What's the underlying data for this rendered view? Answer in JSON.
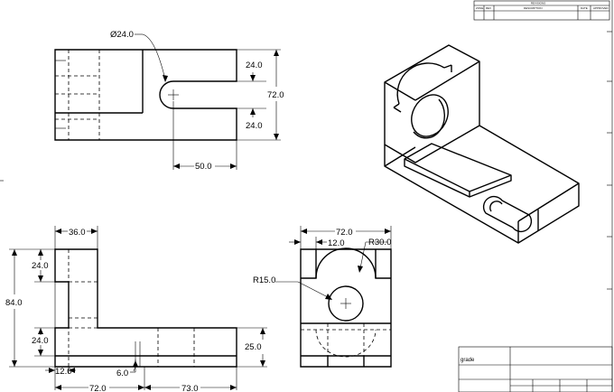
{
  "title_block": {
    "header": "REVISIONS",
    "columns": [
      "ZONE",
      "REV",
      "DESCRIPTION",
      "DATE",
      "APPROVED"
    ],
    "grade_label": "grade"
  },
  "views": {
    "top": {
      "diameter": "Ø24.0",
      "top_slot_offset": "24.0",
      "bottom_slot_offset": "24.0",
      "overall_height": "72.0",
      "center_distance": "50.0"
    },
    "front": {
      "overall_height": "84.0",
      "upright_width": "36.0",
      "upper_step": "24.0",
      "lower_step": "24.0",
      "base_offset": "12.0",
      "slot_width": "6.0",
      "left_length": "72.0",
      "right_length": "73.0",
      "base_height": "25.0"
    },
    "side": {
      "overall_width": "72.0",
      "inner_offset": "12.0",
      "outer_radius": "R30.0",
      "bore_radius": "R15.0"
    }
  }
}
